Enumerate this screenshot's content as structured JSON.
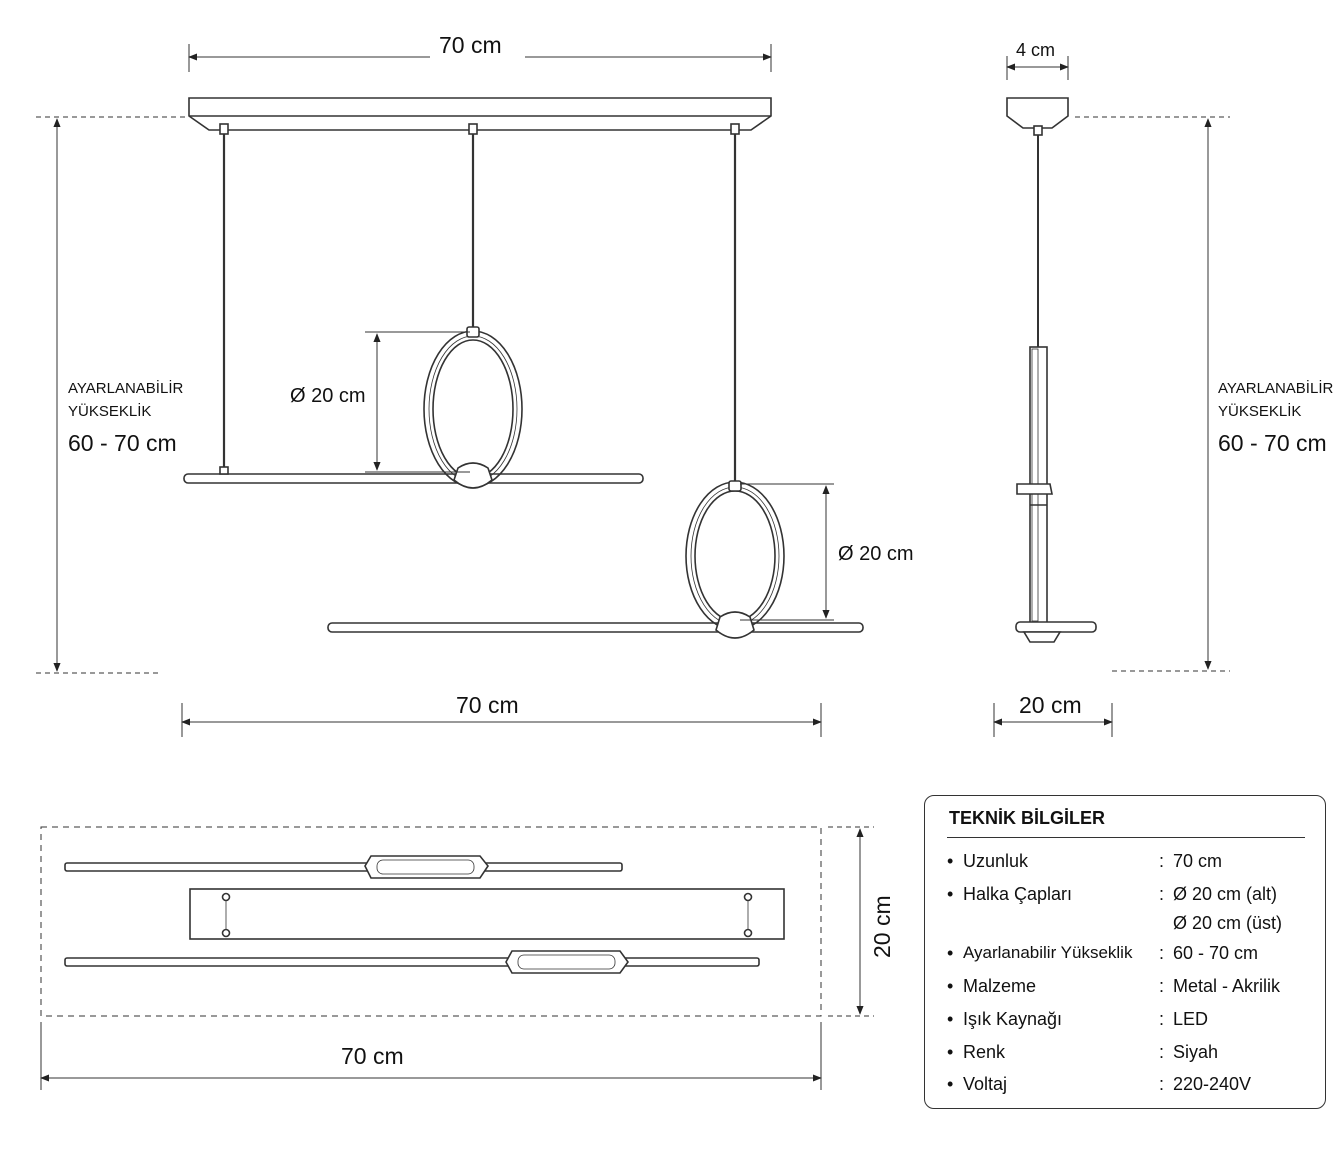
{
  "dimensions": {
    "top_width": "70 cm",
    "side_width": "4 cm",
    "height_label_line1": "AYARLANABİLİR",
    "height_label_line2": "YÜKSEKLİK",
    "height_value": "60 - 70 cm",
    "ring_top": "Ø 20 cm",
    "ring_bottom": "Ø 20 cm",
    "front_bottom_width": "70 cm",
    "side_bottom_width": "20 cm",
    "plan_width": "70 cm",
    "plan_depth": "20 cm"
  },
  "spec": {
    "title": "TEKNİK BİLGİLER",
    "rows": [
      {
        "key": "Uzunluk",
        "value": "70 cm"
      },
      {
        "key": "Halka Çapları",
        "value": "Ø 20 cm (alt)"
      },
      {
        "key": "",
        "value": "Ø 20 cm (üst)"
      },
      {
        "key": "Ayarlanabilir Yükseklik",
        "value": "60 - 70 cm"
      },
      {
        "key": "Malzeme",
        "value": "Metal - Akrilik"
      },
      {
        "key": "Işık Kaynağı",
        "value": "LED"
      },
      {
        "key": "Renk",
        "value": "Siyah"
      },
      {
        "key": "Voltaj",
        "value": "220-240V"
      }
    ]
  },
  "colors": {
    "line": "#333333",
    "background": "#ffffff"
  }
}
